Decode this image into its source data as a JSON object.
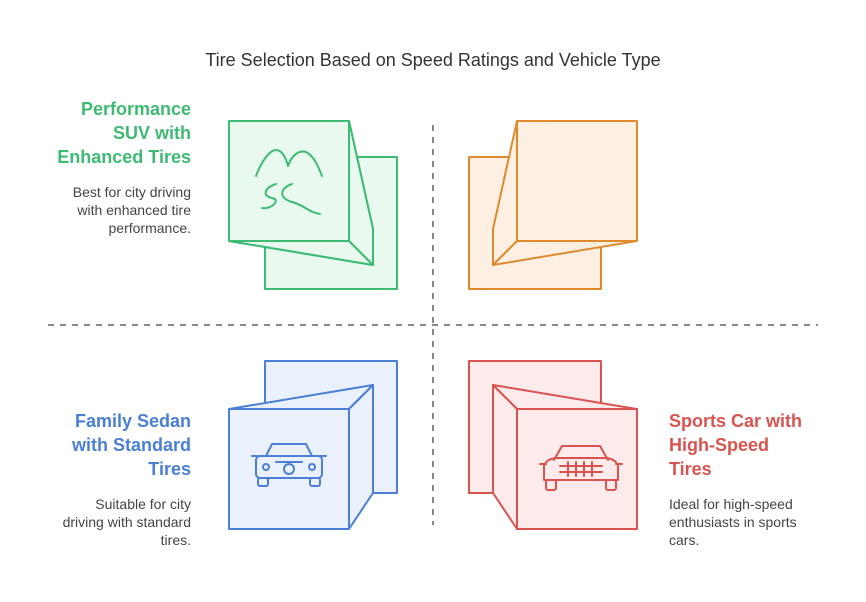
{
  "title": "Tire Selection Based on Speed Ratings and Vehicle Type",
  "quadrants": {
    "top_left": {
      "title_lines": [
        "Performance",
        "SUV with",
        "Enhanced Tires"
      ],
      "desc_lines": [
        "Best for city driving",
        "with enhanced tire",
        "performance."
      ],
      "color": "#3dbb72",
      "fill": "#e9f9ef",
      "icon": "mountain-road-icon"
    },
    "top_right": {
      "color": "#e08a2e",
      "fill": "#fdf0e2"
    },
    "bottom_left": {
      "title_lines": [
        "Family Sedan",
        "with Standard",
        "Tires"
      ],
      "desc_lines": [
        "Suitable for city",
        "driving with standard",
        "tires."
      ],
      "color": "#4a7fd4",
      "fill": "#eaf1fc",
      "icon": "sedan-car-icon"
    },
    "bottom_right": {
      "title_lines": [
        "Sports Car with",
        "High-Speed",
        "Tires"
      ],
      "desc_lines": [
        "Ideal for high-speed",
        "enthusiasts in sports",
        "cars."
      ],
      "color": "#d9534f",
      "fill": "#fdeaea",
      "icon": "sports-car-icon"
    }
  }
}
